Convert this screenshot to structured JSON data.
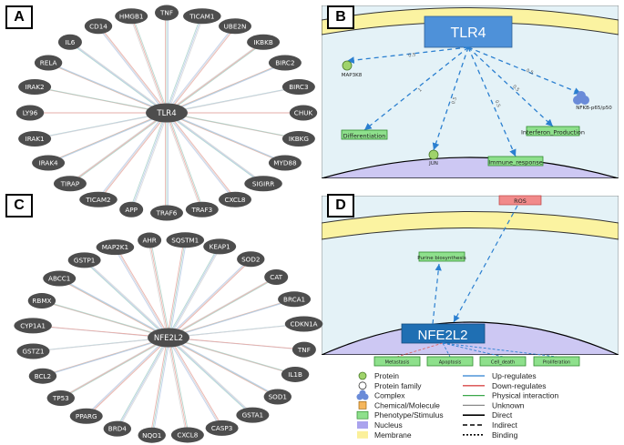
{
  "panels": {
    "A": {
      "label": "A",
      "center": "TLR4",
      "nodes": [
        "TNF",
        "TICAM1",
        "UBE2N",
        "IKBKB",
        "BIRC2",
        "BIRC3",
        "CHUK",
        "IKBKG",
        "MYD88",
        "SIGIRR",
        "CXCL8",
        "TRAF3",
        "TRAF6",
        "APP",
        "TICAM2",
        "TIRAP",
        "IRAK4",
        "IRAK1",
        "LY96",
        "IRAK2",
        "RELA",
        "IL6",
        "CD14",
        "HMGB1"
      ]
    },
    "B": {
      "label": "B",
      "main": "TLR4",
      "targets": [
        {
          "name": "MAP3K8",
          "edge": "0.5"
        },
        {
          "name": "Differentiation",
          "edge": "1"
        },
        {
          "name": "JUN",
          "edge": "0.5"
        },
        {
          "name": "Immune_response",
          "edge": "0.5"
        },
        {
          "name": "Interferon_Production",
          "edge": "0.5"
        },
        {
          "name": "NFKB-p65/p50",
          "edge": "0.5"
        }
      ]
    },
    "C": {
      "label": "C",
      "center": "NFE2L2",
      "nodes": [
        "SQSTM1",
        "KEAP1",
        "SOD2",
        "CAT",
        "BRCA1",
        "CDKN1A",
        "TNF",
        "IL1B",
        "SOD1",
        "GSTA1",
        "CASP3",
        "CXCL8",
        "NQO1",
        "BRD4",
        "PPARG",
        "TP53",
        "BCL2",
        "GSTZ1",
        "CYP1A1",
        "RBMX",
        "ABCC1",
        "GSTP1",
        "MAP2K1",
        "AHR"
      ]
    },
    "D": {
      "label": "D",
      "main": "NFE2L2",
      "ros": "ROS",
      "purine": "Purine biosynthesis",
      "outputs": [
        "Metastasis",
        "Apoptosis",
        "Cell_death",
        "Proliferation"
      ]
    }
  },
  "legend": {
    "left": [
      {
        "label": "Protein",
        "icon": "green-circle"
      },
      {
        "label": "Protein family",
        "icon": "white-circle"
      },
      {
        "label": "Complex",
        "icon": "blue-complex"
      },
      {
        "label": "Chemical/Molecule",
        "icon": "orange-square"
      },
      {
        "label": "Phenotype/Stimulus",
        "icon": "green-rect"
      },
      {
        "label": "Nucleus",
        "icon": "purple-rect"
      },
      {
        "label": "Membrane",
        "icon": "yellow-rect"
      }
    ],
    "right": [
      {
        "label": "Up-regulates",
        "icon": "blue-line"
      },
      {
        "label": "Down-regulates",
        "icon": "red-line"
      },
      {
        "label": "Physical interaction",
        "icon": "green-line"
      },
      {
        "label": "Unknown",
        "icon": "gray-line"
      },
      {
        "label": "Direct",
        "icon": "solid-line"
      },
      {
        "label": "Indirect",
        "icon": "dashed-line"
      },
      {
        "label": "Binding",
        "icon": "dotted-line"
      }
    ]
  },
  "colors": {
    "node": "#4d4d4d",
    "membrane": "#fbf3a1",
    "cytoplasm": "#e4f2f7",
    "nucleus": "#cdc8f3",
    "tlr4_box": "#4e91d9",
    "nfe2l2_box": "#1f6fb3",
    "arrow": "#2a7fd0",
    "phenotype": "#8ee08c",
    "protein": "#9fd36b",
    "ros": "#f18a8a",
    "complex": "#6a8bd8"
  }
}
